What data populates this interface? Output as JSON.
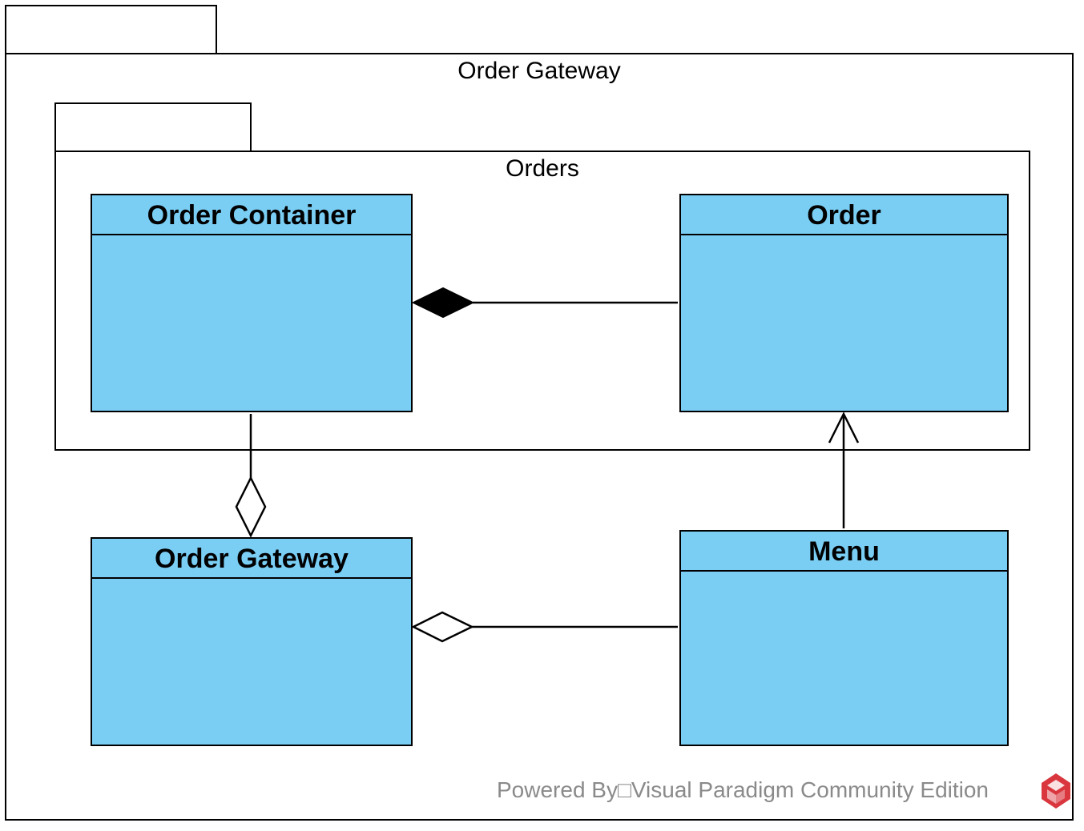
{
  "packages": {
    "outer": {
      "label": "Order Gateway"
    },
    "inner": {
      "label": "Orders"
    }
  },
  "classes": {
    "order_container": {
      "name": "Order Container"
    },
    "order": {
      "name": "Order"
    },
    "order_gateway": {
      "name": "Order Gateway"
    },
    "menu": {
      "name": "Menu"
    }
  },
  "relationships": [
    {
      "type": "composition",
      "whole": "Order Container",
      "part": "Order"
    },
    {
      "type": "aggregation",
      "whole": "Order Gateway",
      "part": "Order Container"
    },
    {
      "type": "aggregation",
      "whole": "Order Gateway",
      "part": "Menu"
    },
    {
      "type": "association",
      "from": "Menu",
      "to": "Order",
      "navigable": true
    }
  ],
  "watermark": {
    "text": "Powered By□Visual Paradigm Community Edition",
    "icon": "visual-paradigm-logo-icon"
  },
  "colors": {
    "class_fill": "#7acef4",
    "line": "#000000",
    "watermark_text": "#8a8a8a",
    "logo": "#d9363e"
  }
}
